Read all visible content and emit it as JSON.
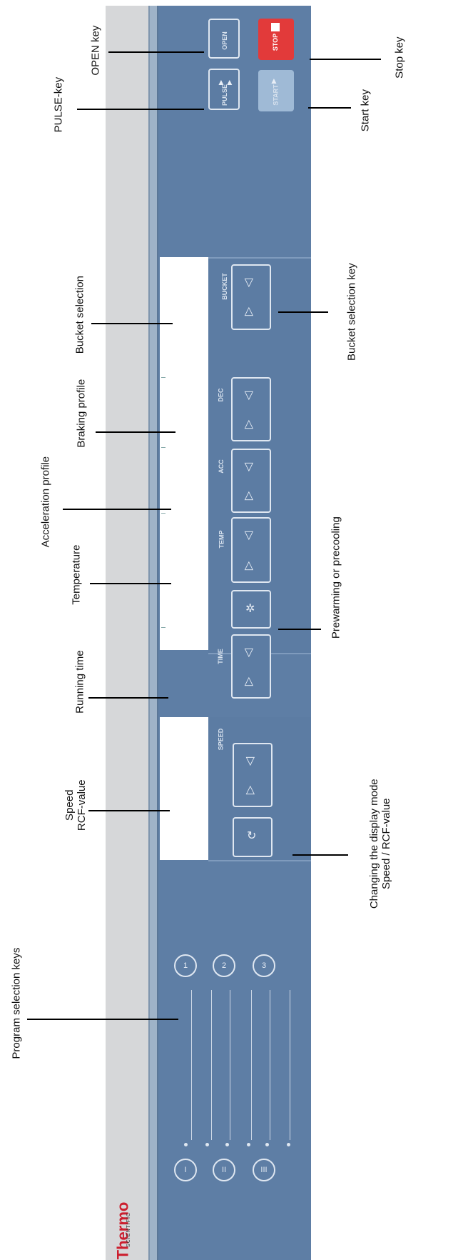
{
  "callouts": {
    "open_key": "OPEN key",
    "pulse_key": "PULSE-key",
    "stop_key": "Stop key",
    "start_key": "Start key",
    "bucket_selection": "Bucket selection",
    "bucket_selection_key": "Bucket selection key",
    "braking_profile": "Braking profile",
    "acceleration_profile": "Acceleration profile",
    "temperature": "Temperature",
    "prewarming": "Prewarming or precooling",
    "running_time": "Running time",
    "speed_line1": "Speed",
    "speed_line2": "RCF-value",
    "display_mode_line1": "Changing the display mode",
    "display_mode_line2": "Speed / RCF-value",
    "program_keys": "Program selection keys"
  },
  "panel": {
    "keys": {
      "open": "OPEN",
      "pulse": "PULSE",
      "stop": "STOP",
      "start": "START",
      "bucket": "BUCKET",
      "dec": "DEC",
      "acc": "ACC",
      "temp": "TEMP",
      "time": "TIME",
      "speed": "SPEED"
    },
    "program_numbers": [
      "I",
      "II",
      "III",
      "1",
      "2",
      "3"
    ],
    "logo_main": "Thermo",
    "logo_sub": "SCIENTIFIC"
  },
  "colors": {
    "panel_blue": "#5e7ea5",
    "stop_red": "#e23a3a",
    "start_light": "#9fbad6",
    "logo_red": "#cc1f2f"
  }
}
